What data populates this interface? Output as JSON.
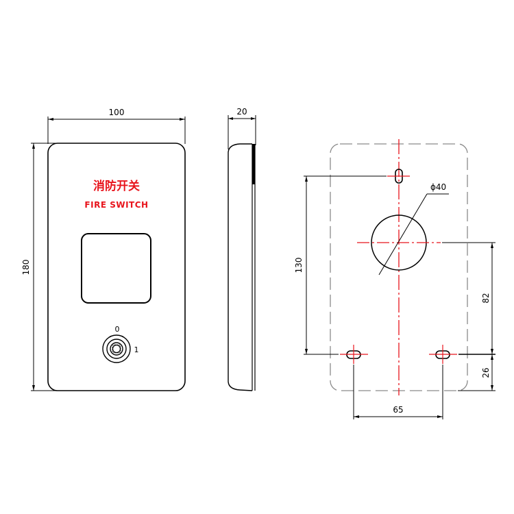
{
  "colors": {
    "outline": "#000000",
    "label_red": "#e8141c",
    "centerline_red": "#e8141c",
    "hidden_line_gray": "#8a8a8a"
  },
  "front_view": {
    "label_cn": "消防开关",
    "label_en": "FIRE SWITCH",
    "switch_position_off": "0",
    "switch_position_on": "1",
    "dim_width": "100",
    "dim_height": "180"
  },
  "side_view": {
    "dim_depth": "20"
  },
  "mounting_view": {
    "dim_hole_diameter": "ϕ40",
    "dim_top_to_bottom_holes": "130",
    "dim_center_to_bottom_holes": "82",
    "dim_bottom_holes_to_edge": "26",
    "dim_bottom_hole_spacing": "65"
  }
}
